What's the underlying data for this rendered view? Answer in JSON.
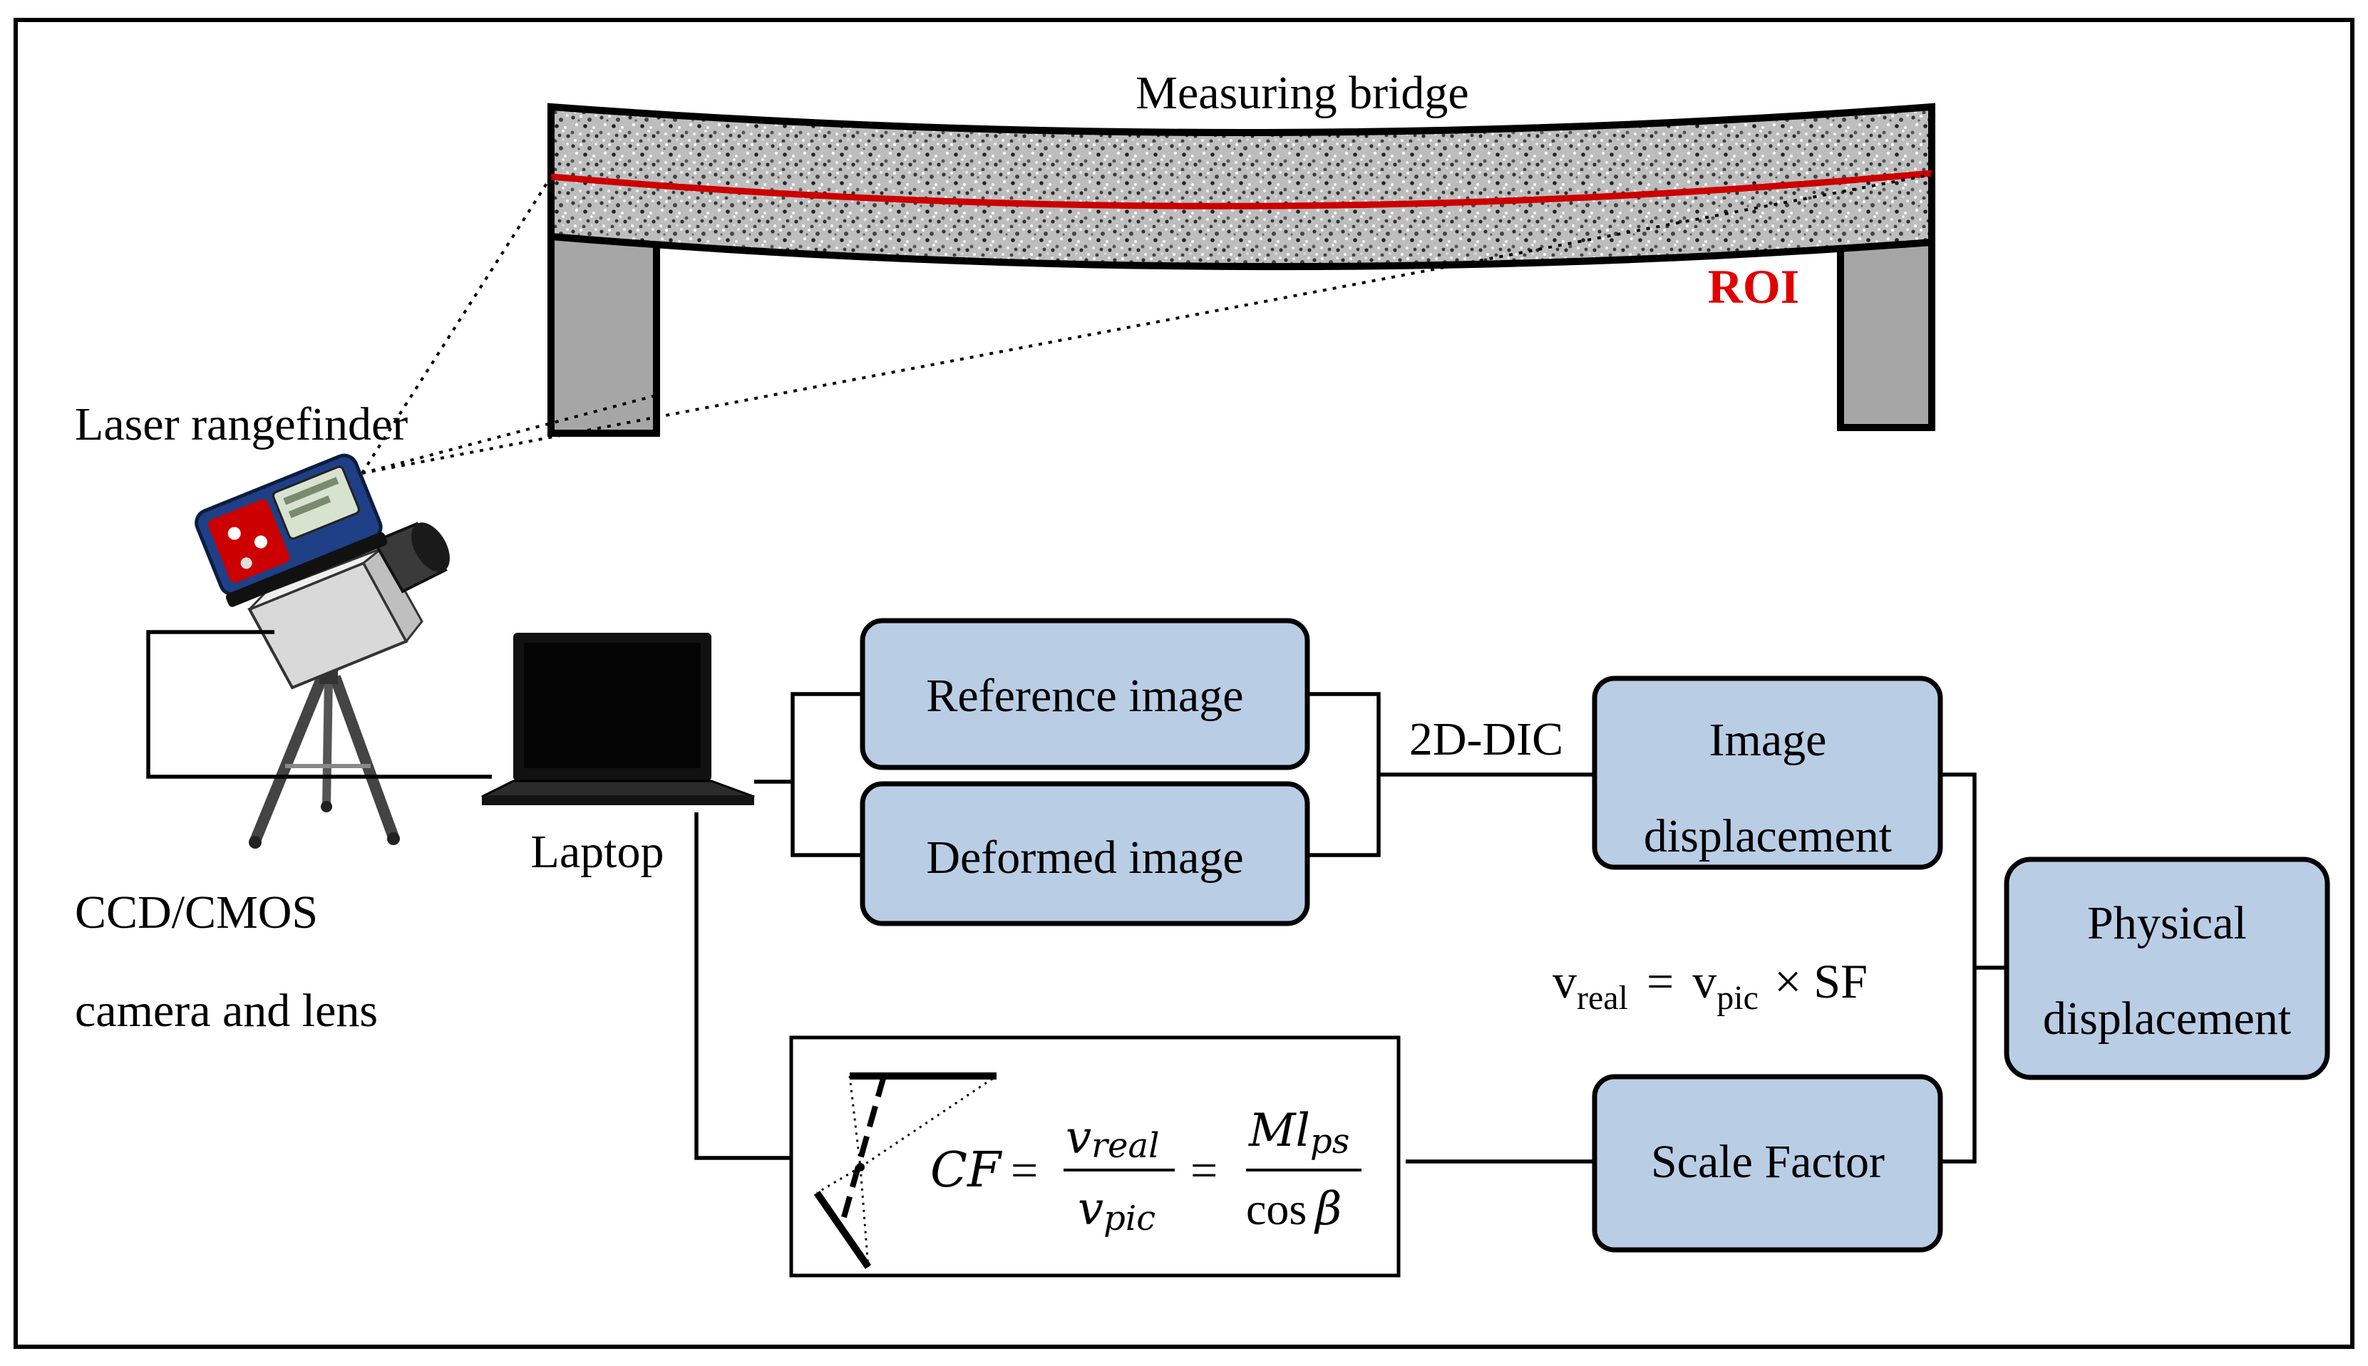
{
  "labels": {
    "measuring_bridge": "Measuring bridge",
    "roi": "ROI",
    "laser_rangefinder": "Laser rangefinder",
    "camera_line1": "CCD/CMOS",
    "camera_line2": "camera and lens",
    "laptop": "Laptop",
    "dic": "2D-DIC"
  },
  "boxes": {
    "reference_image": "Reference image",
    "deformed_image": "Deformed image",
    "image_displacement_line1": "Image",
    "image_displacement_line2": "displacement",
    "physical_displacement_line1": "Physical",
    "physical_displacement_line2": "displacement",
    "scale_factor": "Scale Factor"
  },
  "equation_sf": {
    "v1": "v",
    "sub1": "real",
    "eq": "=",
    "v2": "v",
    "sub2": "pic",
    "times": "× SF"
  },
  "equation_cf": {
    "lhs": "CF",
    "eq1": "=",
    "num1_v": "v",
    "num1_sub": "real",
    "den1_v": "v",
    "den1_sub": "pic",
    "eq2": "=",
    "num2_m": "Ml",
    "num2_sub": "ps",
    "den2_cos": "cos",
    "den2_beta": "β"
  },
  "colors": {
    "box_fill": "#b9cde5",
    "roi_line": "#cc0000",
    "roi_text": "#e00000",
    "support": "#a6a6a6"
  }
}
